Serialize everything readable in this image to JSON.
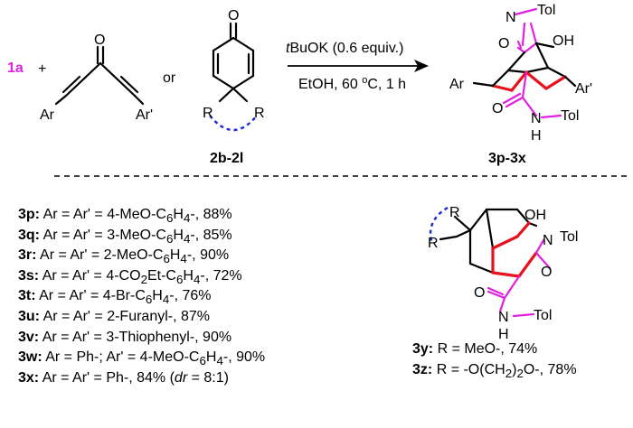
{
  "scheme": {
    "reactant": "1a",
    "plus": "+",
    "or": "or",
    "reagent_label": "2b-2l",
    "product_label": "3p-3x",
    "arrow_top": "tBuOK (0.6 equiv.)",
    "arrow_top_italic": "t",
    "arrow_top_rest": "BuOK (0.6 equiv.)",
    "arrow_bottom": "EtOH, 60 °C, 1 h",
    "dienone_atoms": {
      "o": "O",
      "ar": "Ar",
      "ar2": "Ar'"
    },
    "quinone_atoms": {
      "o": "O",
      "r1": "R",
      "r2": "R"
    },
    "product_atoms": {
      "n": "N",
      "tol": "Tol",
      "o": "O",
      "oh": "OH",
      "ar": "Ar",
      "ar2": "Ar'",
      "o2": "O",
      "nh_n": "N",
      "nh_h": "H",
      "tol2": "Tol"
    },
    "product2_atoms": {
      "r1": "R",
      "r2": "R",
      "oh": "OH",
      "n": "N",
      "tol": "Tol",
      "o": "O",
      "o2": "O",
      "nh_n": "N",
      "nh_h": "H",
      "tol2": "Tol"
    }
  },
  "results": [
    {
      "id": "3p",
      "prefix": "Ar = Ar' = 4-MeO-C",
      "sub1": "6",
      "mid": "H",
      "sub2": "4",
      "suffix": "-, 88%"
    },
    {
      "id": "3q",
      "prefix": "Ar =  Ar' = 3-MeO-C",
      "sub1": "6",
      "mid": "H",
      "sub2": "4",
      "suffix": "-, 85%"
    },
    {
      "id": "3r",
      "prefix": "Ar =  Ar' = 2-MeO-C",
      "sub1": "6",
      "mid": "H",
      "sub2": "4",
      "suffix": "-, 90%"
    },
    {
      "id": "3s",
      "prefix": "Ar =  Ar' = 4-CO",
      "sub1": "2",
      "mid": "Et-C",
      "sub2": "6",
      "mid2": "H",
      "sub3": "4",
      "suffix": "-, 72%"
    },
    {
      "id": "3t",
      "prefix": "Ar =  Ar' = 4-Br-C",
      "sub1": "6",
      "mid": "H",
      "sub2": "4",
      "suffix": "-, 76%"
    },
    {
      "id": "3u",
      "text": "Ar =  Ar' = 2-Furanyl-, 87%"
    },
    {
      "id": "3v",
      "text": "Ar =  Ar' = 3-Thiophenyl-, 90%"
    },
    {
      "id": "3w",
      "prefix": "Ar = Ph-; Ar' = 4-MeO-C",
      "sub1": "6",
      "mid": "H",
      "sub2": "4",
      "suffix": "-, 90%"
    },
    {
      "id": "3x",
      "prefix": "Ar = Ar' = Ph-, 84% (",
      "italic": "dr",
      "suffix": " = 8:1)"
    }
  ],
  "results_yz": [
    {
      "id": "3y",
      "text": "R = MeO-, 74%"
    },
    {
      "id": "3z",
      "prefix": "R = -O(CH",
      "sub1": "2",
      "suffix": ")",
      "sub2": "2",
      "suffix2": "O-, 78%"
    }
  ],
  "colors": {
    "highlight_text": "#e021e0",
    "highlight_bond": "#e8101a",
    "ring_dash": "#1a2bd6"
  }
}
